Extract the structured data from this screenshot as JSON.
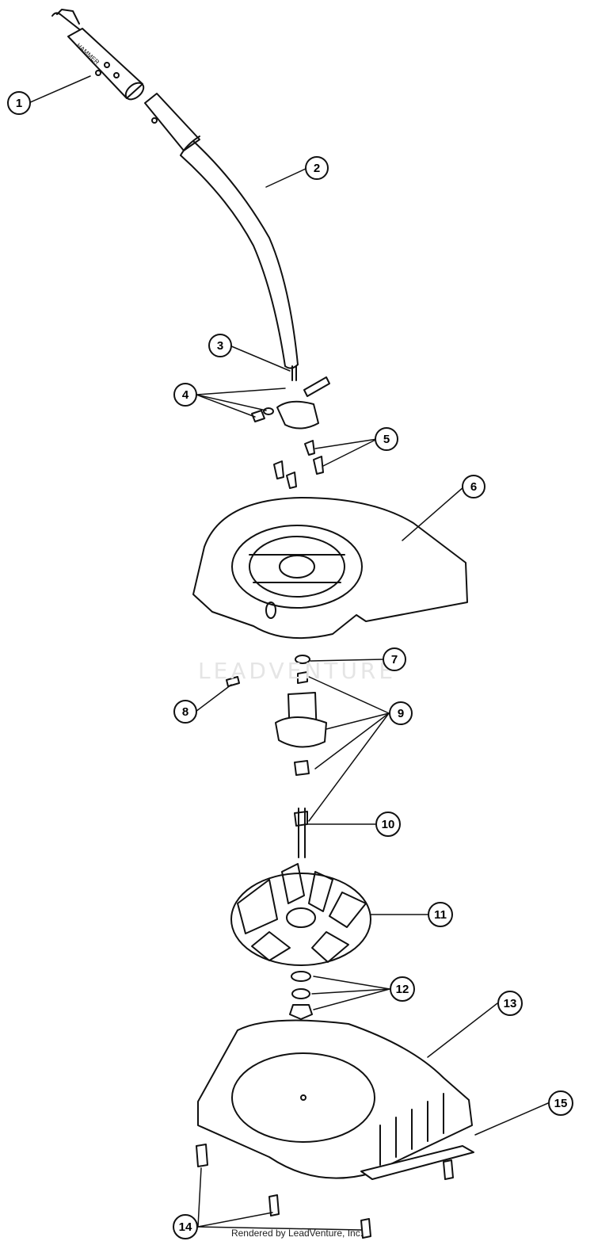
{
  "diagram": {
    "watermark": "LEADVENTURE",
    "tube_brand": "HAMMER",
    "callouts": [
      "1",
      "2",
      "3",
      "4",
      "5",
      "6",
      "7",
      "8",
      "9",
      "10",
      "11",
      "12",
      "13",
      "14",
      "15"
    ]
  },
  "footer": {
    "text": "Rendered by LeadVenture, Inc."
  }
}
